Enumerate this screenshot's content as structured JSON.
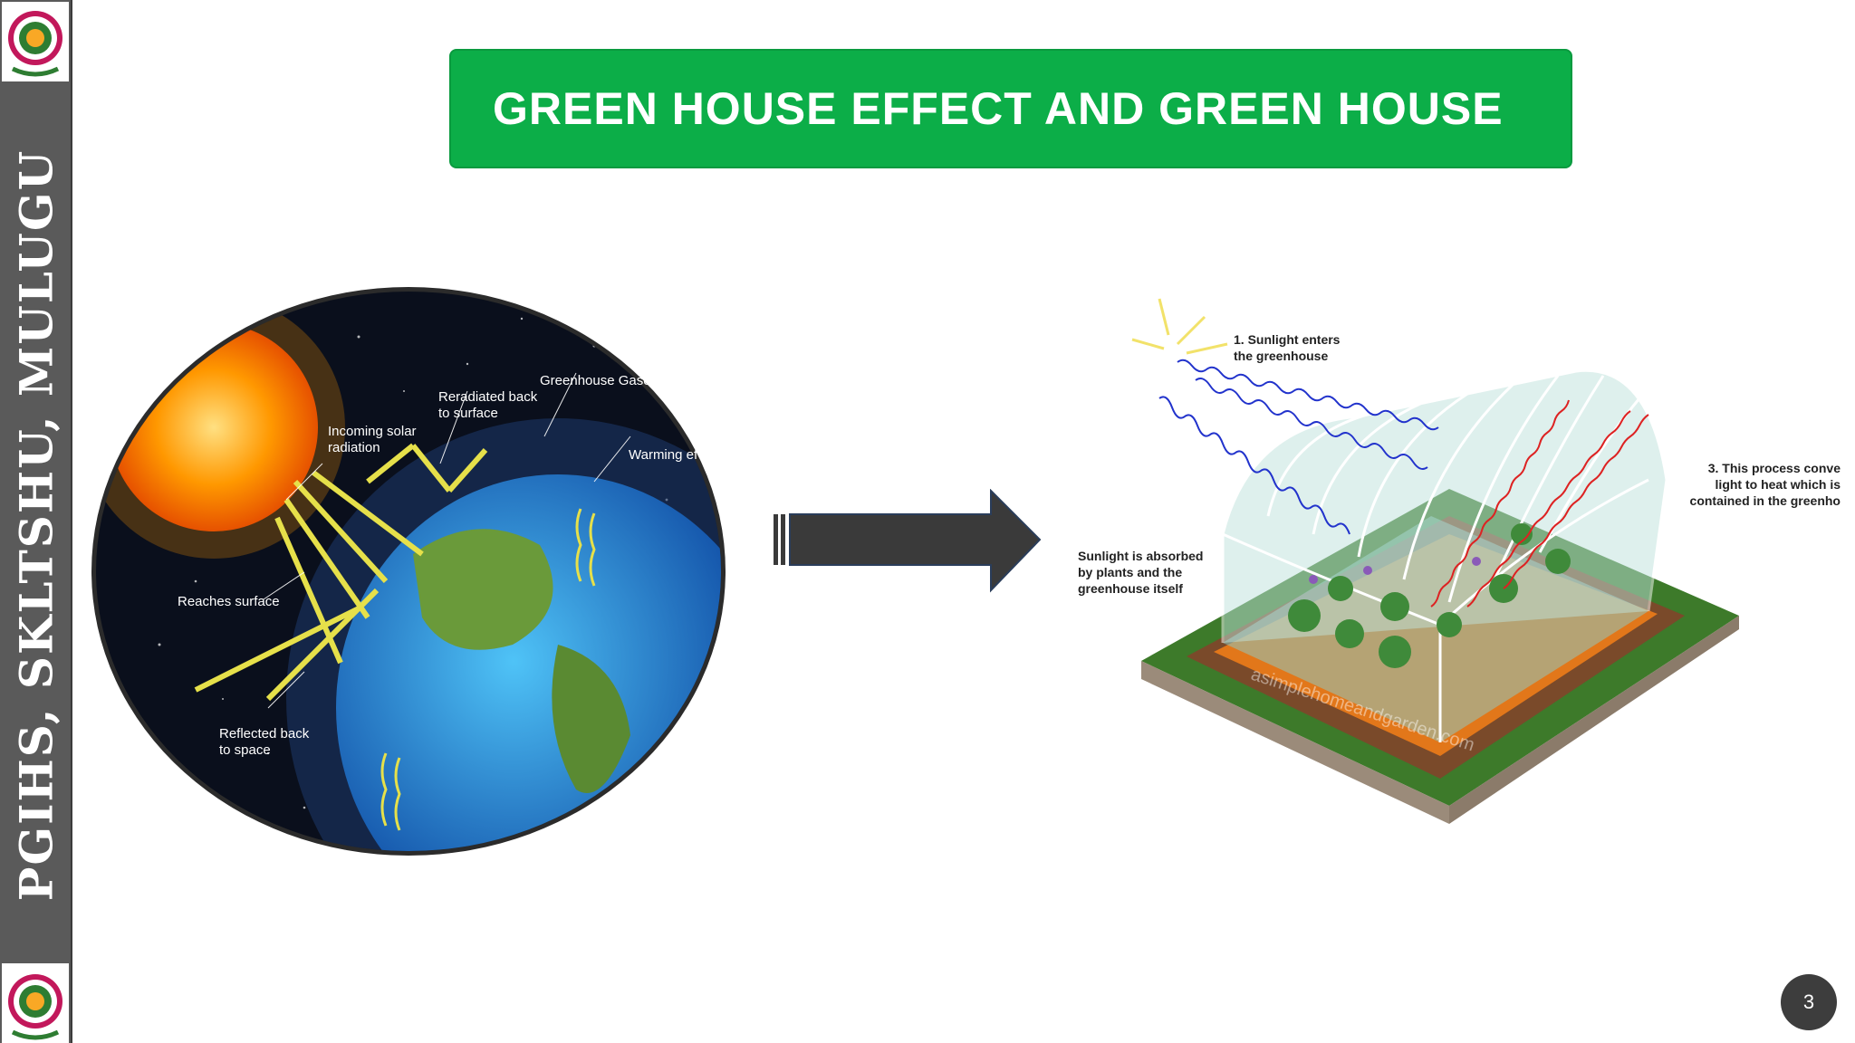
{
  "sidebar": {
    "text": "PGIHS, SKLTSHU, MULUGU"
  },
  "title": "GREEN HOUSE EFFECT AND GREEN HOUSE",
  "earth_diagram": {
    "labels": {
      "incoming": "Incoming solar\nradiation",
      "reradiated": "Reradiated back\nto surface",
      "gases": "Greenhouse Gases",
      "warming": "Warming ef",
      "reaches": "Reaches surface",
      "reflected": "Reflected back\nto space"
    }
  },
  "greenhouse_diagram": {
    "labels": {
      "step1": "1. Sunlight enters\nthe greenhouse",
      "step2": "Sunlight is absorbed\nby plants and the\ngreenhouse itself",
      "step3": "3. This process conve\nlight to heat which is\ncontained in the greenho"
    },
    "watermark": "asimplehomeandgarden.com"
  },
  "colors": {
    "title_bg": "#0cae48",
    "sidebar_bg": "#5a5a5a",
    "arrow": "#3a3a3a"
  },
  "page_number": "3"
}
